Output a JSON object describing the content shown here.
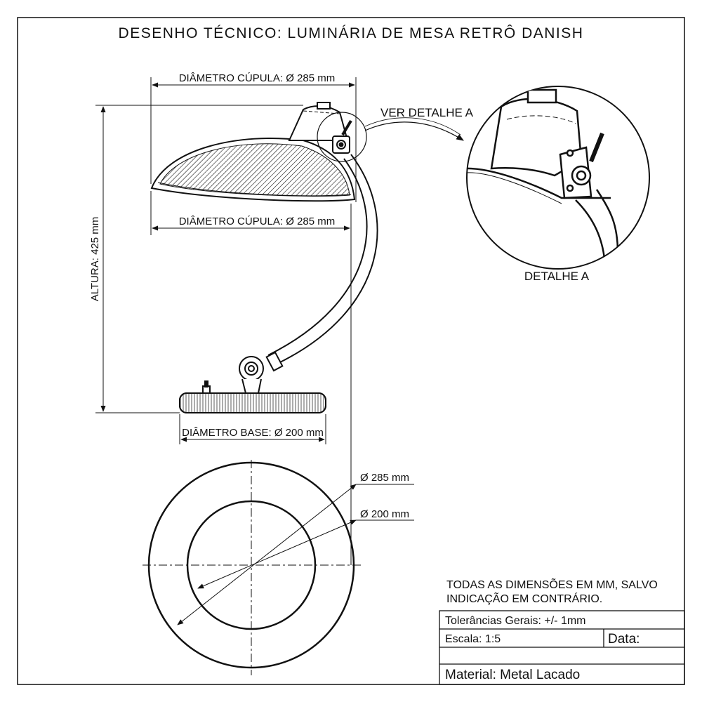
{
  "title": "DESENHO TÉCNICO: LUMINÁRIA DE MESA RETRÔ DANISH",
  "dimensions": {
    "shade_diameter_top": "DIÂMETRO CÚPULA: Ø 285 mm",
    "shade_diameter_bottom": "DIÂMETRO CÚPULA: Ø 285 mm",
    "height": "ALTURA: 425 mm",
    "base_diameter": "DIÂMETRO BASE: Ø 200 mm",
    "plan_outer": "Ø 285 mm",
    "plan_inner": "Ø 200 mm"
  },
  "detail": {
    "callout": "VER DETALHE A",
    "caption": "DETALHE A"
  },
  "notes": {
    "line1": "TODAS AS DIMENSÕES EM MM, SALVO",
    "line2": "INDICAÇÃO EM CONTRÁRIO."
  },
  "title_block": {
    "tolerance": "Tolerâncias Gerais: +/- 1mm",
    "scale": "Escala: 1:5",
    "date": "Data:",
    "blank_row": "",
    "material": "Material:  Metal Lacado"
  },
  "colors": {
    "line": "#111111",
    "background": "#ffffff"
  }
}
